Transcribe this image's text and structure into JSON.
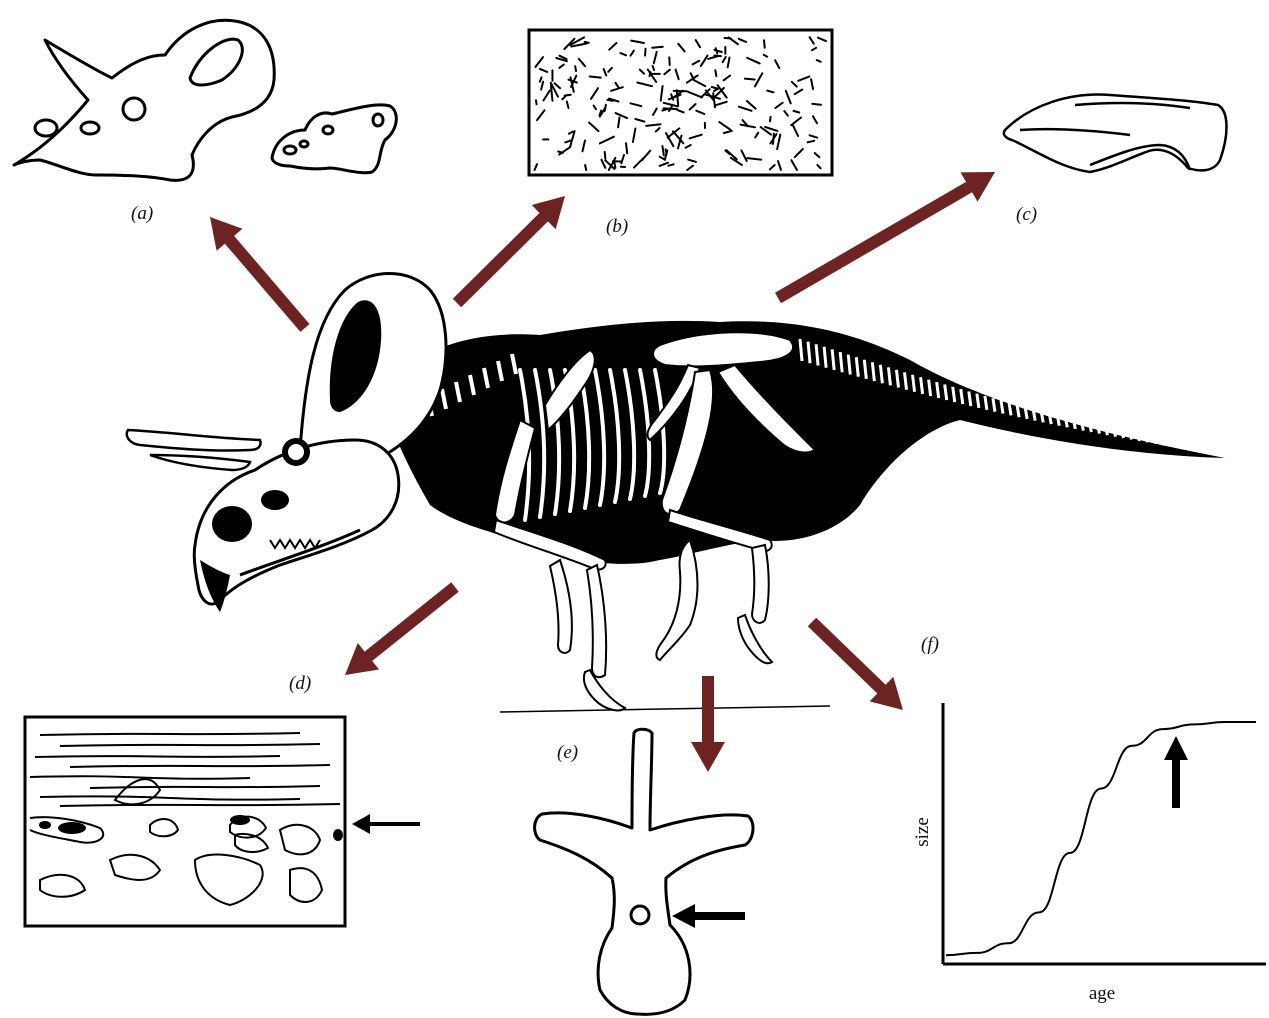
{
  "figure": {
    "arrow_color": "#6e2323",
    "ink_color": "#000000",
    "panels": {
      "a": "(a)",
      "b": "(b)",
      "c": "(c)",
      "d": "(d)",
      "e": "(e)",
      "f": "(f)"
    },
    "growth_curve": {
      "xlabel": "age",
      "ylabel": "size"
    }
  },
  "chart_data": {
    "type": "line",
    "title": "",
    "xlabel": "age",
    "ylabel": "size",
    "grid": false,
    "series": [
      {
        "x": [
          0,
          0.1,
          0.2,
          0.3,
          0.4,
          0.5,
          0.6,
          0.7,
          0.8,
          0.9,
          1.0
        ],
        "values": [
          0.02,
          0.03,
          0.07,
          0.2,
          0.45,
          0.72,
          0.9,
          0.97,
          0.99,
          1.0,
          1.0
        ]
      }
    ]
  }
}
